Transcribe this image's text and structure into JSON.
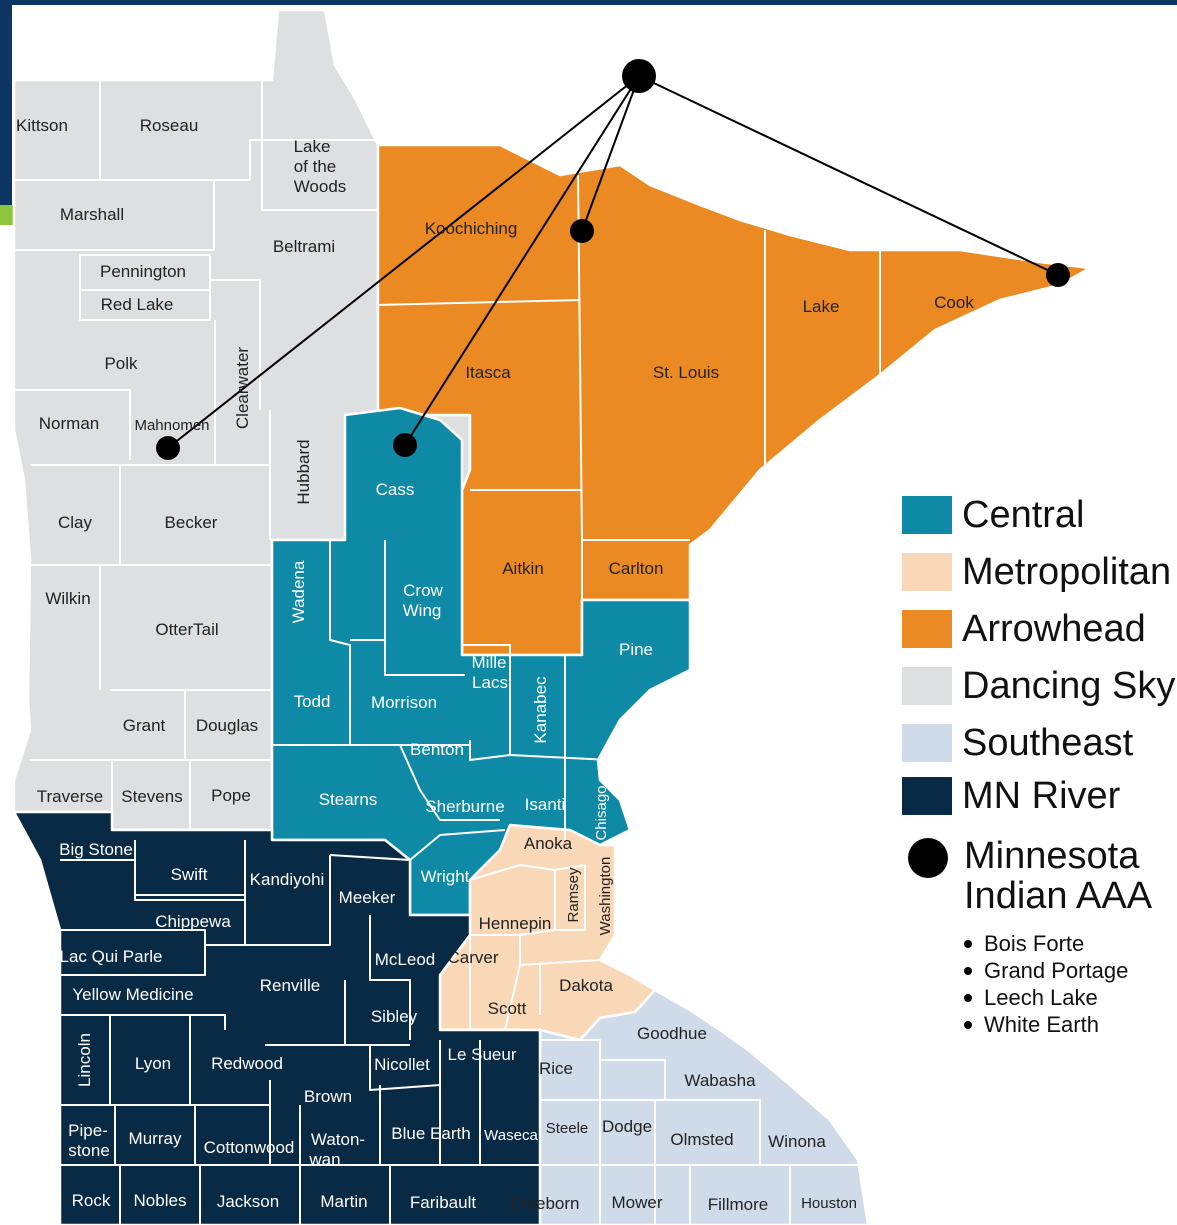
{
  "colors": {
    "central": "#0f8aa6",
    "metropolitan": "#f9d8b8",
    "arrowhead": "#eb8a22",
    "dancing_sky": "#dedfe0",
    "southeast": "#cfdbe8",
    "mn_river": "#082a45",
    "aaa_marker": "#000000",
    "frame_navy": "#0d3562",
    "frame_green": "#8cc63e"
  },
  "legend": {
    "central": "Central",
    "metropolitan": "Metropolitan",
    "arrowhead": "Arrowhead",
    "dancing_sky": "Dancing Sky",
    "southeast": "Southeast",
    "mn_river": "MN River",
    "aaa_line1": "Minnesota",
    "aaa_line2": "Indian AAA",
    "tribes": [
      "Bois Forte",
      "Grand Portage",
      "Leech Lake",
      "White Earth"
    ]
  },
  "regions": {
    "dancing_sky": [
      "Kittson",
      "Roseau",
      "Lake of the Woods",
      "Marshall",
      "Beltrami",
      "Pennington",
      "Red Lake",
      "Polk",
      "Clearwater",
      "Norman",
      "Mahnomen",
      "Hubbard",
      "Clay",
      "Becker",
      "Wilkin",
      "OtterTail",
      "Grant",
      "Douglas",
      "Traverse",
      "Stevens",
      "Pope"
    ],
    "arrowhead": [
      "Koochiching",
      "Itasca",
      "St. Louis",
      "Lake",
      "Cook",
      "Aitkin",
      "Carlton"
    ],
    "central": [
      "Cass",
      "Wadena",
      "Crow Wing",
      "Todd",
      "Morrison",
      "Mille Lacs",
      "Kanabec",
      "Pine",
      "Benton",
      "Stearns",
      "Sherburne",
      "Isanti",
      "Chisago",
      "Wright"
    ],
    "metropolitan": [
      "Anoka",
      "Ramsey",
      "Washington",
      "Hennepin",
      "Carver",
      "Scott",
      "Dakota"
    ],
    "mn_river": [
      "Big Stone",
      "Swift",
      "Kandiyohi",
      "Meeker",
      "Chippewa",
      "Lac Qui Parle",
      "Yellow Medicine",
      "Renville",
      "McLeod",
      "Sibley",
      "Lincoln",
      "Lyon",
      "Redwood",
      "Nicollet",
      "Le Sueur",
      "Brown",
      "Pipestone",
      "Murray",
      "Cottonwood",
      "Watonwan",
      "Blue Earth",
      "Waseca",
      "Rock",
      "Nobles",
      "Jackson",
      "Martin",
      "Faribault"
    ],
    "southeast": [
      "Goodhue",
      "Rice",
      "Wabasha",
      "Steele",
      "Dodge",
      "Olmsted",
      "Winona",
      "Freeborn",
      "Mower",
      "Fillmore",
      "Houston"
    ]
  },
  "labels": {
    "kittson": "Kittson",
    "roseau": "Roseau",
    "lotw1": "Lake",
    "lotw2": "of the",
    "lotw3": "Woods",
    "marshall": "Marshall",
    "beltrami": "Beltrami",
    "pennington": "Pennington",
    "red_lake": "Red Lake",
    "polk": "Polk",
    "clearwater": "Clearwater",
    "norman": "Norman",
    "mahnomen": "Mahnomen",
    "hubbard": "Hubbard",
    "clay": "Clay",
    "becker": "Becker",
    "wilkin": "Wilkin",
    "ottertail": "OtterTail",
    "grant": "Grant",
    "douglas": "Douglas",
    "traverse": "Traverse",
    "stevens": "Stevens",
    "pope": "Pope",
    "koochiching": "Koochiching",
    "itasca": "Itasca",
    "st_louis": "St. Louis",
    "lake": "Lake",
    "cook": "Cook",
    "aitkin": "Aitkin",
    "carlton": "Carlton",
    "cass": "Cass",
    "wadena": "Wadena",
    "crow1": "Crow",
    "crow2": "Wing",
    "todd": "Todd",
    "morrison": "Morrison",
    "mille1": "Mille",
    "mille2": "Lacs",
    "kanabec": "Kanabec",
    "pine": "Pine",
    "benton": "Benton",
    "stearns": "Stearns",
    "sherburne": "Sherburne",
    "isanti": "Isanti",
    "chisago": "Chisago",
    "wright": "Wright",
    "anoka": "Anoka",
    "ramsey": "Ramsey",
    "washington": "Washington",
    "hennepin": "Hennepin",
    "carver": "Carver",
    "scott": "Scott",
    "dakota": "Dakota",
    "big_stone": "Big Stone",
    "swift": "Swift",
    "kandiyohi": "Kandiyohi",
    "meeker": "Meeker",
    "chippewa": "Chippewa",
    "lac_qui_parle": "Lac Qui Parle",
    "yellow_medicine": "Yellow Medicine",
    "renville": "Renville",
    "mcleod": "McLeod",
    "sibley": "Sibley",
    "lincoln": "Lincoln",
    "lyon": "Lyon",
    "redwood": "Redwood",
    "nicollet": "Nicollet",
    "le_sueur": "Le Sueur",
    "brown": "Brown",
    "pipe1": "Pipe-",
    "pipe2": "stone",
    "murray": "Murray",
    "cottonwood": "Cottonwood",
    "wat1": "Waton-",
    "wat2": "wan",
    "blue_earth": "Blue Earth",
    "waseca": "Waseca",
    "rock": "Rock",
    "nobles": "Nobles",
    "jackson": "Jackson",
    "martin": "Martin",
    "faribault": "Faribault",
    "goodhue": "Goodhue",
    "rice": "Rice",
    "wabasha": "Wabasha",
    "steele": "Steele",
    "dodge": "Dodge",
    "olmsted": "Olmsted",
    "winona": "Winona",
    "freeborn": "Freeborn",
    "mower": "Mower",
    "fillmore": "Fillmore",
    "houston": "Houston"
  }
}
